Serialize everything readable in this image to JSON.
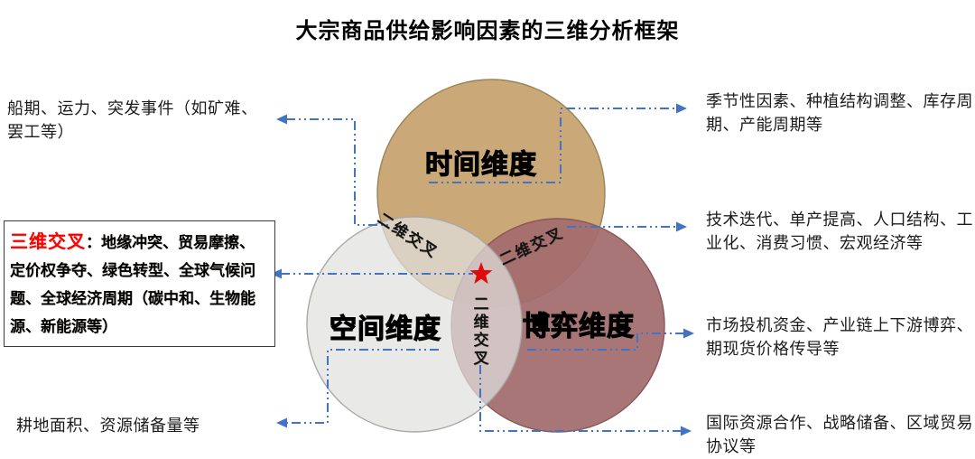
{
  "title": "大宗商品供给影响因素的三维分析框架",
  "colors": {
    "time_circle": "#CAA878",
    "space_circle": "#E0E0DF",
    "game_circle": "#A26C6E",
    "connector_blue": "#4472C4",
    "star_red": "#DD0B0B",
    "callout_heading_red": "#FF0000"
  },
  "venn": {
    "circles": [
      {
        "id": "time",
        "label": "时间维度"
      },
      {
        "id": "space",
        "label": "空间维度"
      },
      {
        "id": "game",
        "label": "博弈维度"
      }
    ],
    "overlap_labels": {
      "time_space": "二维交叉",
      "time_game": "二维交叉",
      "space_game": "二维交叉"
    },
    "center_marker": "red-star"
  },
  "callout_box": {
    "heading": "三维交叉",
    "colon": "：",
    "line1_rest": "地缘冲突、贸易摩擦、",
    "line2": "定价权争夺、绿色转型、全球气候问",
    "line3": "题、全球经济周期（碳中和、生物能",
    "line4": "源、新能源等）"
  },
  "annotations": {
    "left_top": {
      "lines": [
        "船期、运力、突发事件（如矿难、",
        "罢工等）"
      ]
    },
    "left_bottom": {
      "lines": [
        "耕地面积、资源储备量等",
        ""
      ]
    },
    "right_1": {
      "lines": [
        "季节性因素、种植结构调整、库存周",
        "期、产能周期等"
      ]
    },
    "right_2": {
      "lines": [
        "技术迭代、单产提高、人口结构、工",
        "业化、消费习惯、宏观经济等"
      ]
    },
    "right_3": {
      "lines": [
        "市场投机资金、产业链上下游博弈、",
        "期现货价格传导等"
      ]
    },
    "right_4": {
      "lines": [
        "国际资源合作、战略储备、区域贸易",
        "协议等"
      ]
    }
  }
}
